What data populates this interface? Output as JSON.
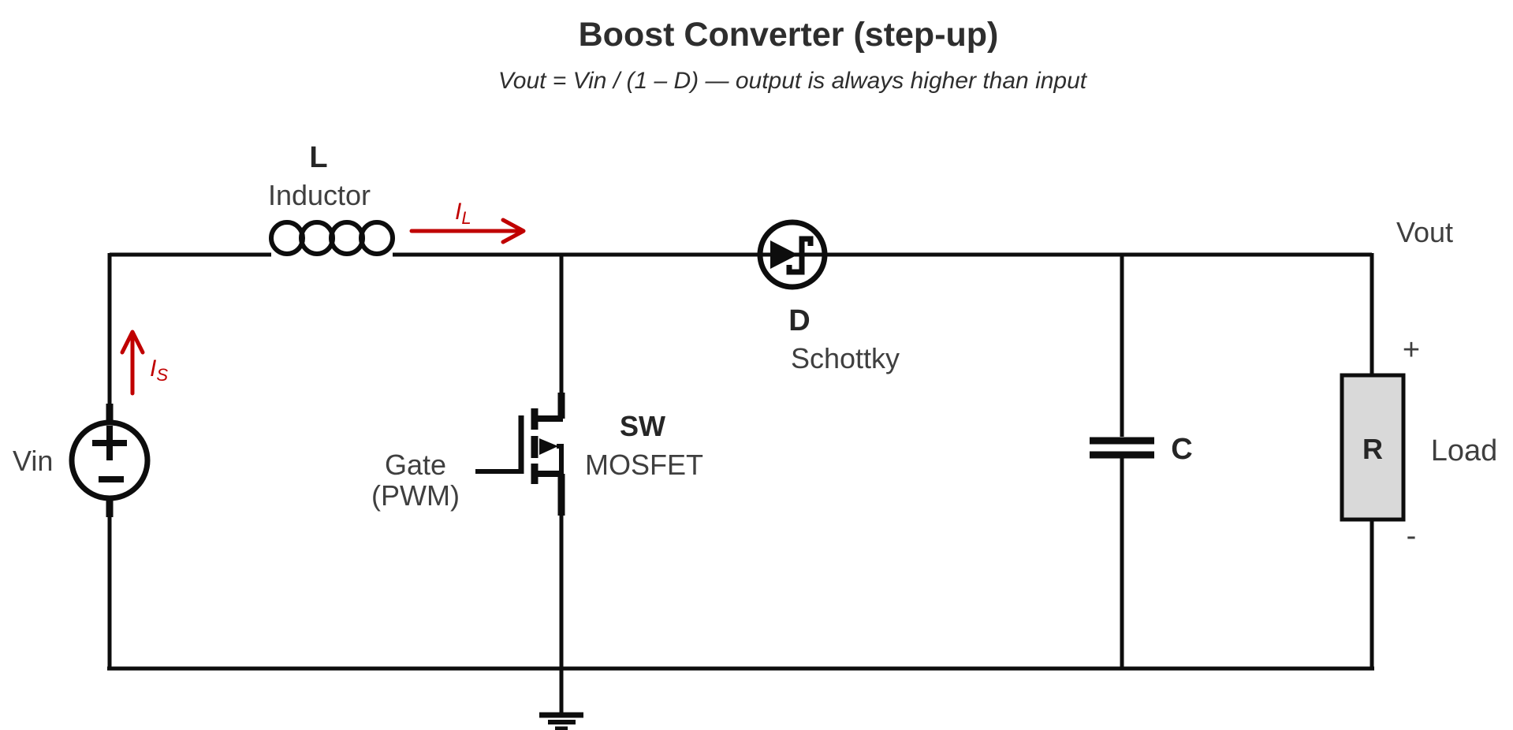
{
  "title": "Boost Converter (step-up)",
  "subtitle": "Vout = Vin / (1 – D) — output is always higher than input",
  "colors": {
    "background": "#ffffff",
    "wire": "#0d0d0d",
    "current": "#c00000",
    "label": "#3f3f3f",
    "title": "#2e2e2e",
    "strong": "#262626",
    "resistor_fill": "#d9d9d9"
  },
  "source": {
    "label": "Vin",
    "plus": "+",
    "minus": "−"
  },
  "inductor": {
    "ref": "L",
    "name": "Inductor"
  },
  "mosfet": {
    "ref": "SW",
    "name": "MOSFET",
    "gate_label": "Gate",
    "gate_sub": "(PWM)"
  },
  "diode": {
    "ref": "D",
    "name": "Schottky"
  },
  "capacitor": {
    "ref": "C"
  },
  "load": {
    "ref": "R",
    "name": "Load",
    "plus": "+",
    "minus": "-"
  },
  "output": {
    "label": "Vout"
  },
  "currents": {
    "inductor": {
      "symbol": "I",
      "subscript": "L"
    },
    "source": {
      "symbol": "I",
      "subscript": "S"
    }
  }
}
